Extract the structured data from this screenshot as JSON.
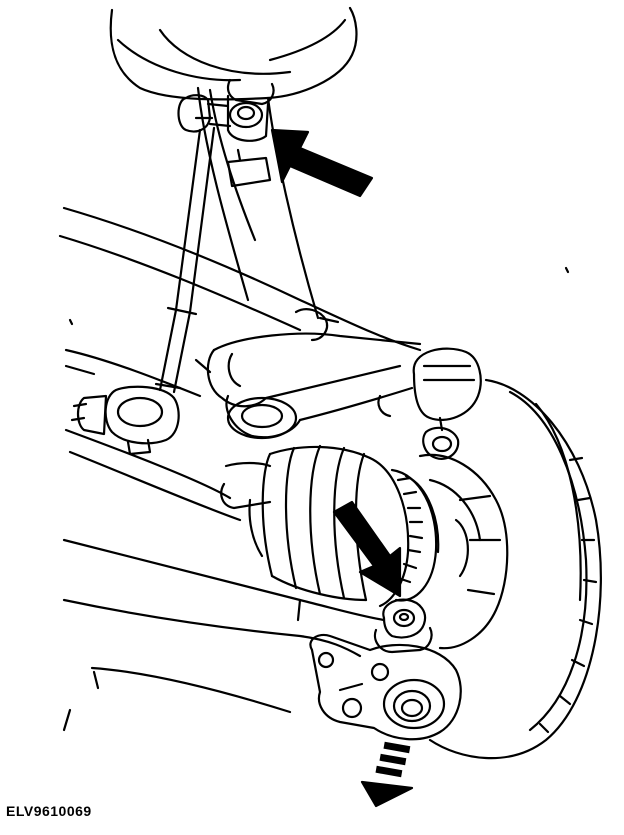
{
  "figure": {
    "caption": "ELV9610069",
    "colors": {
      "ink": "#000000",
      "paper": "#ffffff"
    },
    "callouts": [
      "arrow-upper-link-nut",
      "arrow-ball-joint-nut",
      "arrow-lower-arm-direction"
    ]
  }
}
